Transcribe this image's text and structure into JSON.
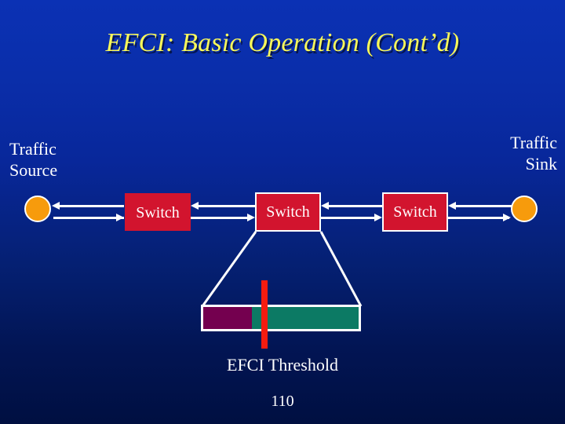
{
  "slide": {
    "title": "EFCI: Basic Operation (Cont’d)",
    "page_number": "110",
    "caption": "EFCI Threshold",
    "background_top_color": "#0b31b4",
    "background_bottom_color": "#000f41",
    "title_color": "#f7f75a",
    "text_color": "#ffffff"
  },
  "endpoints": {
    "source": {
      "label": "Traffic\nSource",
      "node_name": "traffic-source-node",
      "color": "#f79b0c"
    },
    "sink": {
      "label": "Traffic\nSink",
      "node_name": "traffic-sink-node",
      "color": "#f79b0c"
    }
  },
  "switches": [
    {
      "label": "Switch",
      "color": "#d2142e"
    },
    {
      "label": "Switch",
      "color": "#d2142e"
    },
    {
      "label": "Switch",
      "color": "#d2142e"
    }
  ],
  "queue": {
    "filled_color": "#74004f",
    "empty_color": "#0c7a64",
    "threshold_color": "#f51c10",
    "filled_percent": 30
  }
}
